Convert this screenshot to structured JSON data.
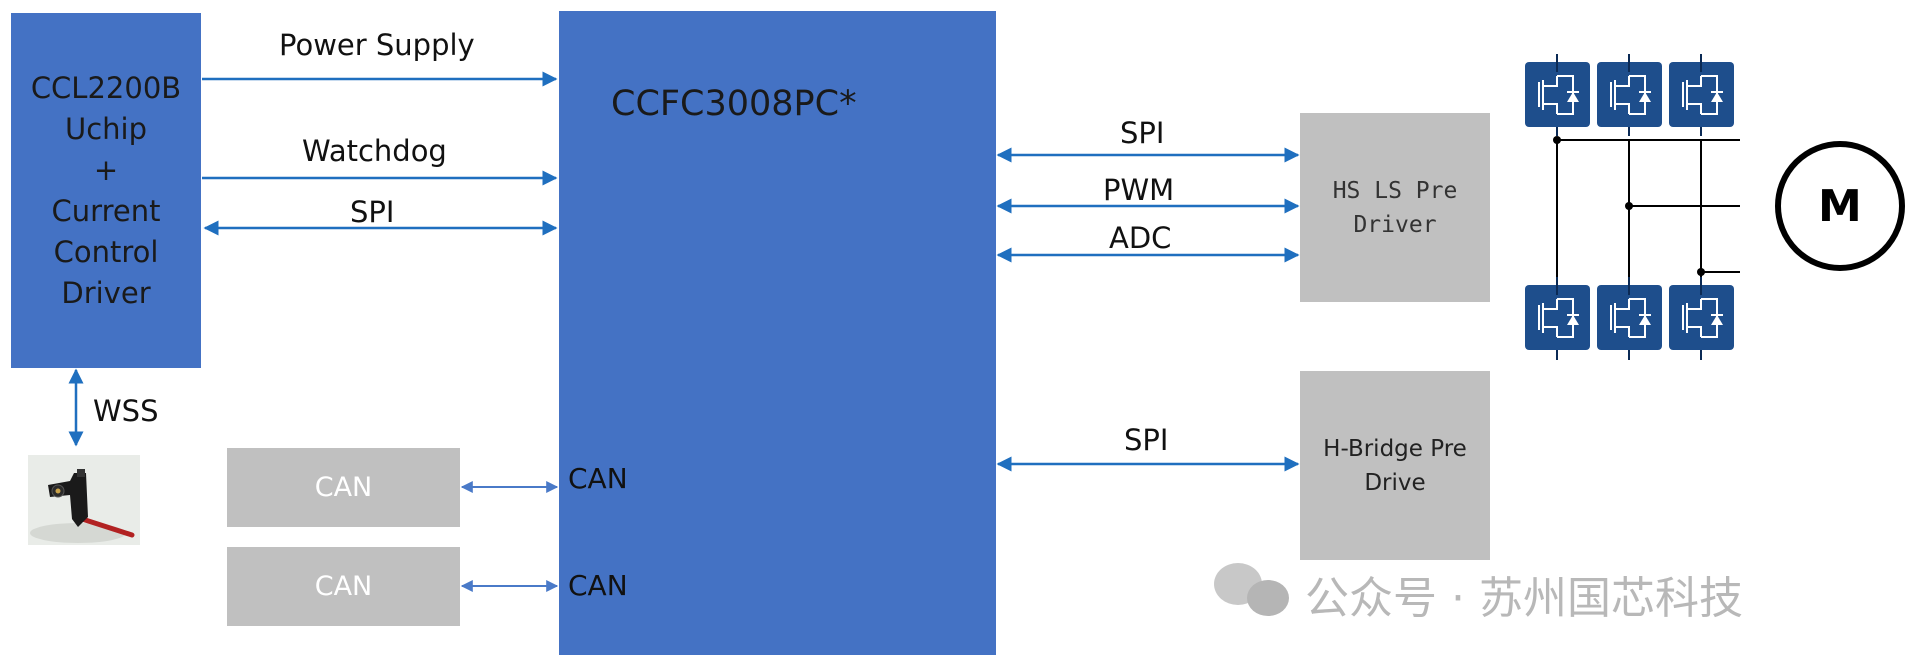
{
  "left_block": {
    "lines": [
      "CCL2200B",
      "Uchip",
      "+",
      "Current",
      "Control",
      "Driver"
    ]
  },
  "mcu_block": {
    "label": "CCFC3008PC*",
    "can_pins": [
      "CAN",
      "CAN"
    ]
  },
  "links": {
    "power_supply": "Power Supply",
    "watchdog": "Watchdog",
    "spi_left": "SPI",
    "wss": "WSS",
    "spi_right_top": "SPI",
    "pwm": "PWM",
    "adc": "ADC",
    "spi_right_bottom": "SPI"
  },
  "can_blocks": [
    "CAN",
    "CAN"
  ],
  "hs_ls_block": {
    "lines": [
      "HS LS Pre",
      "Driver"
    ]
  },
  "hbridge_block": {
    "lines": [
      "H-Bridge Pre",
      "Drive"
    ]
  },
  "motor": {
    "label": "M"
  },
  "watermark": "公众号 · 苏州国芯科技",
  "colors": {
    "blue": "#4472c4",
    "arrow": "#1f6fbf",
    "gray": "#c0c0c0",
    "switch": "#1e4e8c"
  }
}
